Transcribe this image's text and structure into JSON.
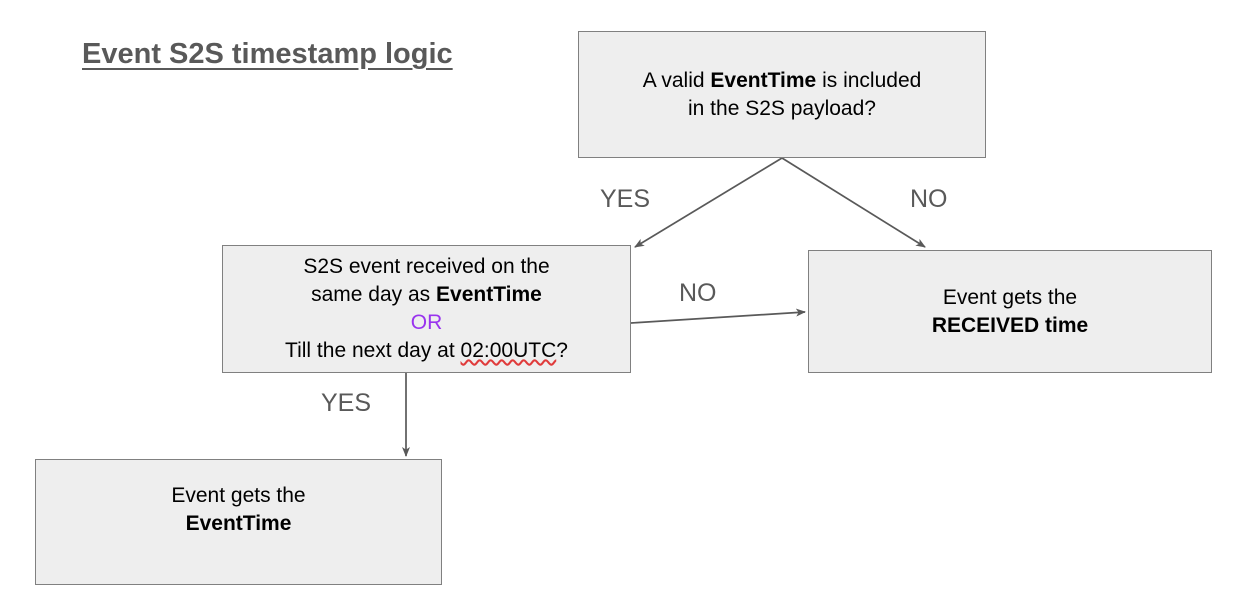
{
  "title": "Event S2S timestamp logic",
  "colors": {
    "box_fill": "#eeeeee",
    "box_border": "#808080",
    "title_text": "#595959",
    "edge_label_text": "#595959",
    "or_highlight": "#9933ee",
    "arrow": "#595959",
    "spellcheck_underline": "#e03b3b",
    "background": "#ffffff"
  },
  "nodes": {
    "question": {
      "name": "A valid EventTime is included in the S2S payload?",
      "lines": [
        {
          "pre": "A valid ",
          "bold": "EventTime",
          "post": " is included"
        },
        {
          "pre": "in the S2S payload?",
          "bold": "",
          "post": ""
        }
      ]
    },
    "same_day": {
      "name": "S2S event received on the same day as EventTime OR Till the next day at 02:00UTC?",
      "line1": "S2S event received on the",
      "line2_pre": "same day as ",
      "line2_bold": "EventTime",
      "line3_or": "OR",
      "line4_pre": "Till the next day at ",
      "line4_misspelled": "02:00UTC",
      "line4_post": "?"
    },
    "received": {
      "name": "Event gets the RECEIVED time",
      "line1": "Event gets the",
      "line2_bold": "RECEIVED time"
    },
    "event_time": {
      "name": "Event gets the EventTime",
      "line1": "Event gets the",
      "line2_bold": "EventTime"
    }
  },
  "edges": {
    "question_yes": "YES",
    "question_no": "NO",
    "same_day_no": "NO",
    "same_day_yes": "YES"
  }
}
